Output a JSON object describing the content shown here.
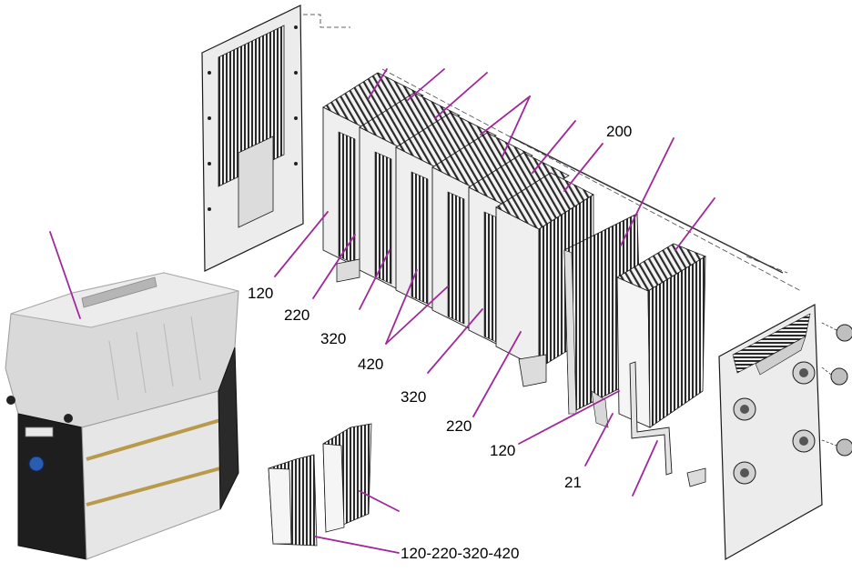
{
  "labels": {
    "l120a": "120",
    "l220a": "220",
    "l320a": "320",
    "l420": "420",
    "l320b": "320",
    "l220b": "220",
    "l120b": "120",
    "l21": "21",
    "l200": "200",
    "lcombo": "120-220-320-420"
  },
  "colors": {
    "leader": "#a0289a",
    "metal": "#e2e2e2",
    "fin_dark": "#2c2c2c",
    "fin_light": "#f2f2f2",
    "outline": "#1a1a1a"
  }
}
